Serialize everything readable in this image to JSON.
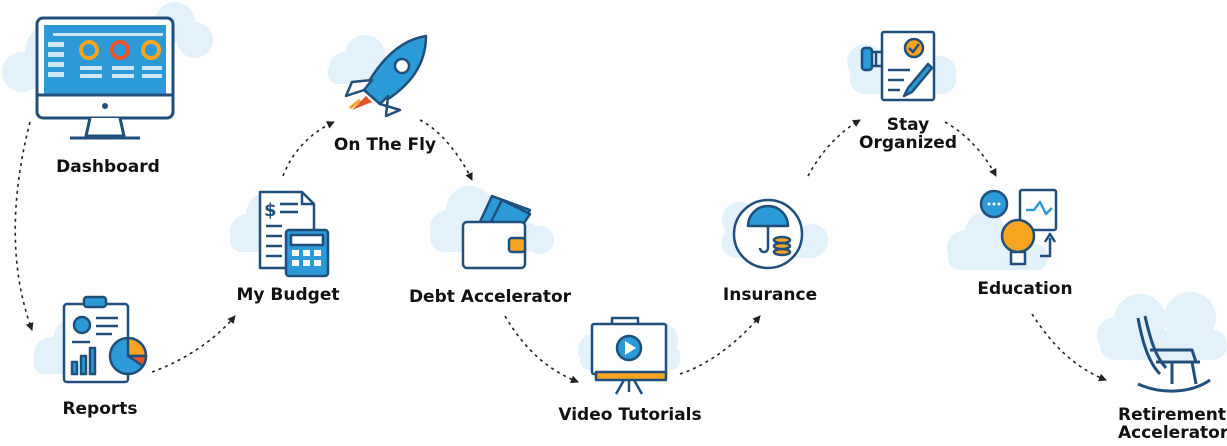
{
  "colors": {
    "navy": "#1f4f7a",
    "blue": "#2d9ad8",
    "light_blue": "#cfe6f5",
    "cloud": "#e3f1fb",
    "orange": "#f5a51f",
    "red_orange": "#e8542a",
    "arrow": "#222222"
  },
  "nodes": [
    {
      "id": "dashboard",
      "label": "Dashboard",
      "icon": "monitor-icon"
    },
    {
      "id": "reports",
      "label": "Reports",
      "icon": "report-clipboard-icon"
    },
    {
      "id": "my_budget",
      "label": "My Budget",
      "icon": "calculator-document-icon"
    },
    {
      "id": "on_the_fly",
      "label": "On The Fly",
      "icon": "rocket-icon"
    },
    {
      "id": "debt_accelerator",
      "label": "Debt Accelerator",
      "icon": "wallet-icon"
    },
    {
      "id": "video_tutorials",
      "label": "Video Tutorials",
      "icon": "video-screen-icon"
    },
    {
      "id": "insurance",
      "label": "Insurance",
      "icon": "umbrella-coins-icon"
    },
    {
      "id": "stay_organized",
      "label_lines": [
        "Stay",
        "Organized"
      ],
      "icon": "checklist-document-icon"
    },
    {
      "id": "education",
      "label": "Education",
      "icon": "lightbulb-ideas-icon"
    },
    {
      "id": "retirement_accelerator",
      "label_lines": [
        "Retirement",
        "Accelerator"
      ],
      "icon": "rocking-chair-icon"
    }
  ]
}
